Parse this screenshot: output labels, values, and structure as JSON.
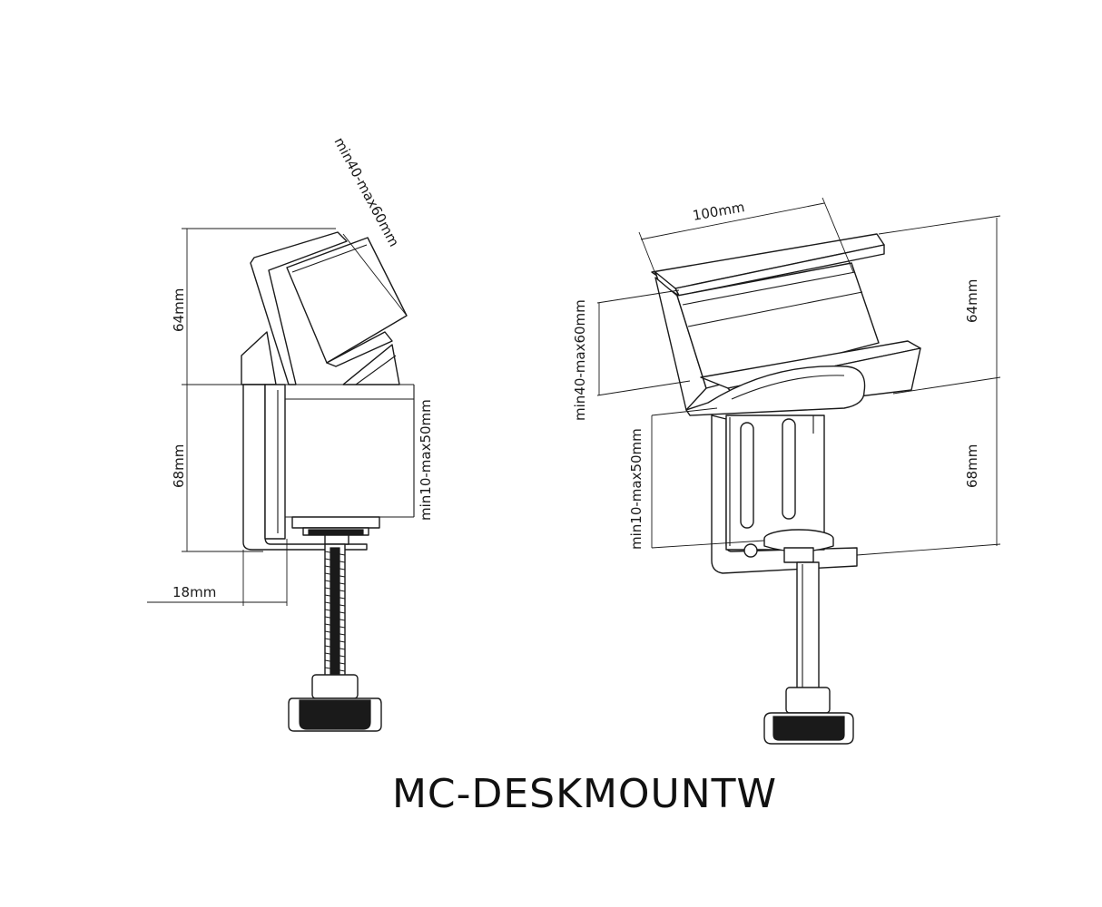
{
  "title": "MC-DESKMOUNTW",
  "side_view": {
    "height_upper": "64mm",
    "height_lower": "68mm",
    "upper_opening": "min40-max60mm",
    "lower_opening": "min10-max50mm",
    "thickness": "18mm"
  },
  "perspective_view": {
    "width": "100mm",
    "upper_opening": "min40-max60mm",
    "lower_opening": "min10-max50mm",
    "height_upper": "64mm",
    "height_lower": "68mm"
  },
  "colors": {
    "line": "#1a1a1a",
    "background": "#ffffff"
  }
}
